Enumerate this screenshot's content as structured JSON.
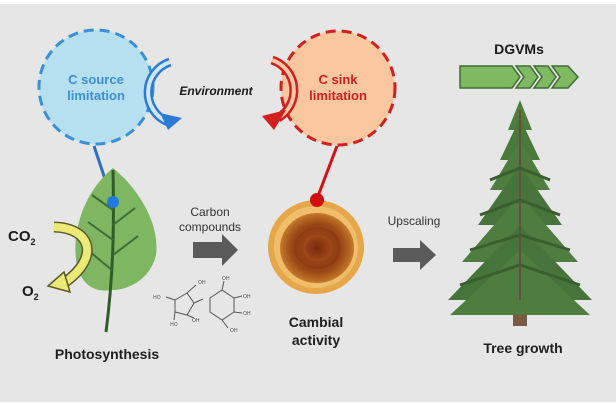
{
  "diagram": {
    "title": "Tree growth carbon source vs sink limitation",
    "nodes": {
      "c_source": {
        "line1": "C source",
        "line2": "limitation",
        "color": "#3a8fd6",
        "fill": "#b6dff0"
      },
      "c_sink": {
        "line1": "C sink",
        "line2": "limitation",
        "color": "#d21f1f",
        "fill": "#fbc79f"
      },
      "environment": "Environment",
      "dgvms": "DGVMs"
    },
    "gases": {
      "in": "CO",
      "in_sub": "2",
      "out": "O",
      "out_sub": "2"
    },
    "arrows": {
      "carbon_line1": "Carbon",
      "carbon_line2": "compounds",
      "upscaling": "Upscaling"
    },
    "molecule_labels": [
      "HO",
      "OH",
      "HO",
      "OH",
      "OH",
      "OH",
      "OH",
      "OH"
    ],
    "captions": {
      "photosynthesis": "Photosynthesis",
      "cambial_line1": "Cambial",
      "cambial_line2": "activity",
      "tree_growth": "Tree growth"
    },
    "colors": {
      "background": "#e6e6e6",
      "leaf": "#7fb661",
      "vein": "#2f5d2a",
      "tree": "#4f7d3f",
      "ring_outer": "#e5a84c",
      "ring_inner": "#8a3a14",
      "gray_arrow": "#5a5a5a",
      "dgvm_bar": "#7fba63"
    }
  }
}
